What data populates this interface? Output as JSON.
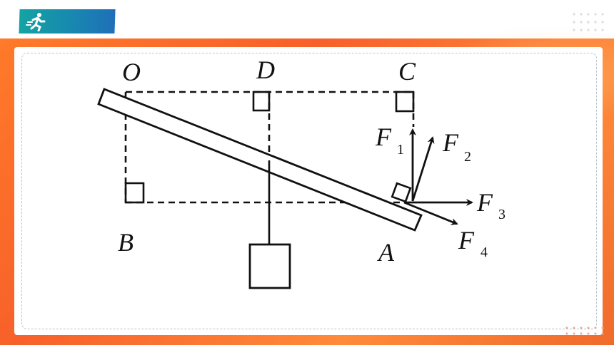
{
  "header": {
    "logo_icon": "running-person-icon"
  },
  "diagram": {
    "points": {
      "O": "O",
      "D": "D",
      "C": "C",
      "B": "B",
      "A": "A"
    },
    "forces": [
      {
        "main": "F",
        "sub": "1"
      },
      {
        "main": "F",
        "sub": "2"
      },
      {
        "main": "F",
        "sub": "3"
      },
      {
        "main": "F",
        "sub": "4"
      }
    ]
  },
  "colors": {
    "accent_orange": "#f7602a",
    "brand_teal": "#14a3a3",
    "ink": "#111111"
  }
}
